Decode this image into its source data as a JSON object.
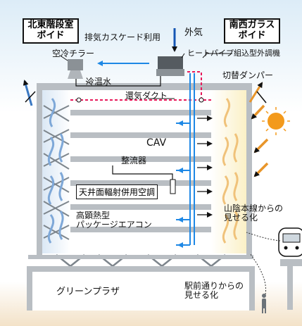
{
  "labels": {
    "north_void": [
      "北東階段室",
      "ボイド"
    ],
    "south_void": [
      "南西ガラス",
      "ボイド"
    ],
    "exhaust_cascade": "排気カスケード利用",
    "outside_air": "外気",
    "air_chiller": "空冷チラー",
    "heat_pipe_unit": "ヒートパイプ組込型外調機",
    "switch_damper": "切替ダンパー",
    "chilled_water": "冷温水",
    "return_duct": "還気ダクト",
    "cav": "CAV",
    "rectifier": "整流器",
    "ceiling_radiant": "天井面輻射併用空調",
    "package_ac": [
      "高顕熱型",
      "パッケージエアコン"
    ],
    "sanin_line": [
      "山陰本線からの",
      "見せる化"
    ],
    "green_plaza": "グリーンプラザ",
    "station_street": [
      "駅前通りからの",
      "見せる化"
    ]
  },
  "colors": {
    "floor_gray": "#b9bec3",
    "sky_blue": "#dfeef8",
    "south_glow": "#fcf3cf",
    "ground_beige": "#f5e8d2",
    "duct_blue": "#1e88e5",
    "return_red": "#e8195a",
    "sun_orange": "#f39a1c",
    "ray_orange": "#e8952a",
    "arrow_blue": "#1556b4"
  },
  "icons": [
    "sun-icon",
    "train-icon",
    "person-icon",
    "air-chiller-icon",
    "heat-pipe-unit-icon",
    "damper-icon"
  ]
}
